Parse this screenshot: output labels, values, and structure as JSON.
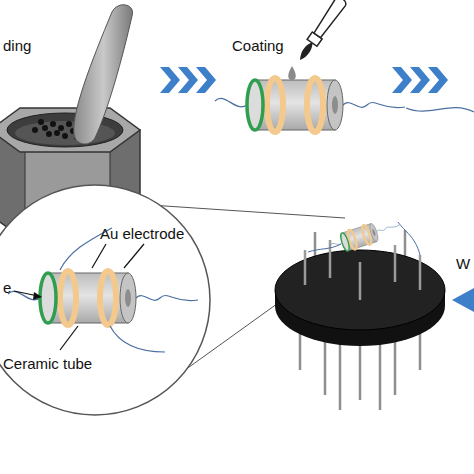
{
  "diagram": {
    "labels": [
      "ding",
      "Coating",
      "Au electrode",
      "e",
      "Ceramic tube",
      "W"
    ]
  }
}
